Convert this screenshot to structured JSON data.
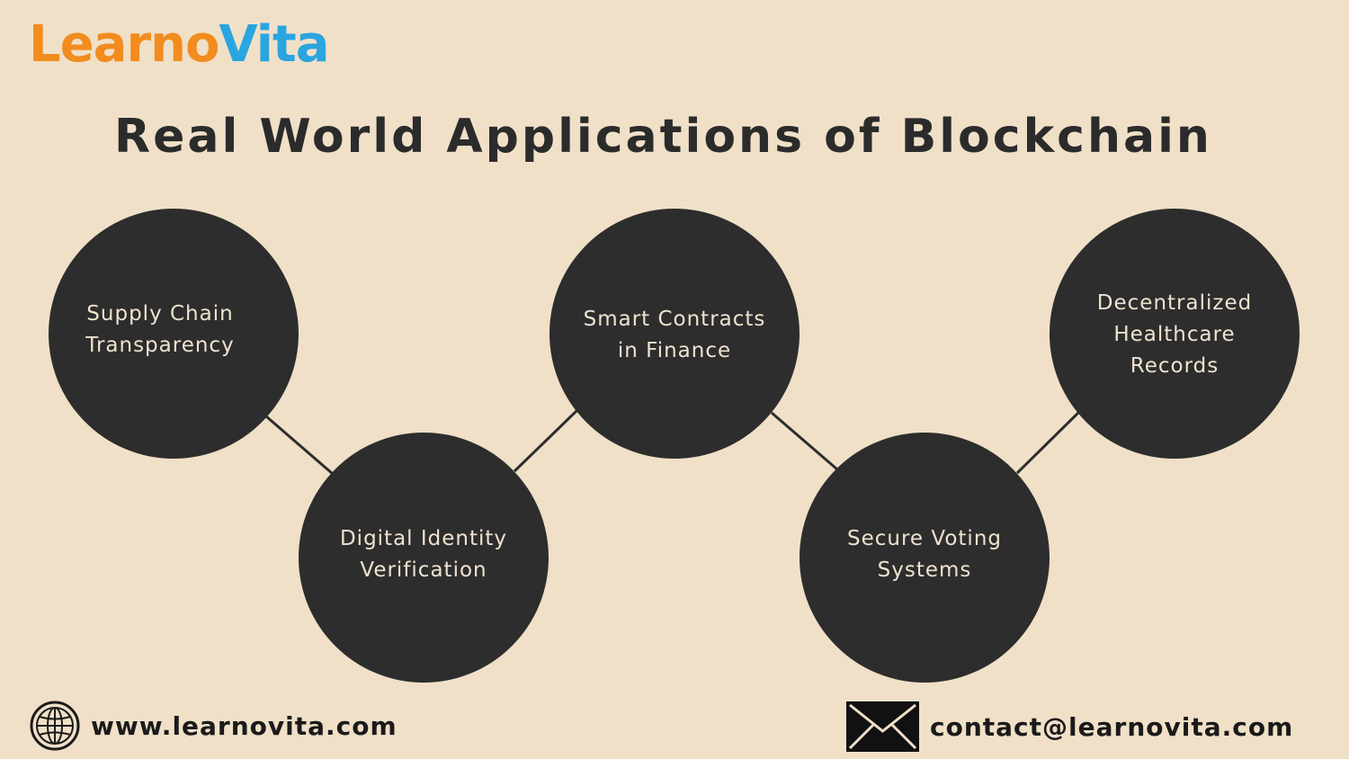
{
  "brand": {
    "logo_part1": "Learno",
    "logo_part2": "Vita",
    "color_orange": "#f28c1f",
    "color_blue": "#2aa5df"
  },
  "title": "Real World Applications of Blockchain",
  "nodes": [
    {
      "label": "Supply Chain\nTransparency"
    },
    {
      "label": "Digital Identity\nVerification"
    },
    {
      "label": "Smart Contracts\nin Finance"
    },
    {
      "label": "Secure Voting\nSystems"
    },
    {
      "label": "Decentralized\nHealthcare\nRecords"
    }
  ],
  "footer": {
    "website": "www.learnovita.com",
    "website_icon": "globe-icon",
    "email": "contact@learnovita.com",
    "email_icon": "envelope-icon"
  },
  "colors": {
    "background": "#f0e0c8",
    "node": "#2d2d2d",
    "node_text": "#efe2cf",
    "title": "#2b2b2b"
  }
}
